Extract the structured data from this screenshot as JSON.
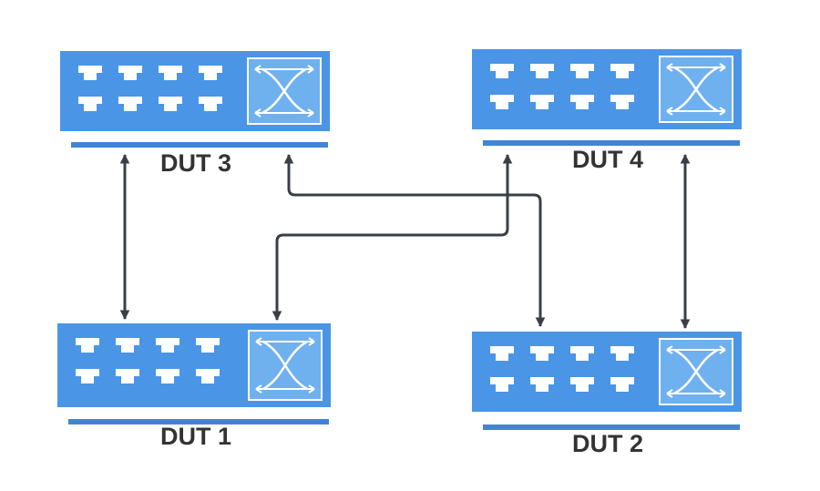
{
  "colors": {
    "device_fill": "#4a95e6",
    "device_base": "#3f84d8",
    "port_fill": "#ffffff",
    "switch_panel": "#6fb0ef",
    "connector": "#3a3f47",
    "label": "#333333"
  },
  "devices": [
    {
      "id": "dut3",
      "label": "DUT 3",
      "icon": "switch-crossover-icon"
    },
    {
      "id": "dut4",
      "label": "DUT 4",
      "icon": "switch-crossover-icon"
    },
    {
      "id": "dut1",
      "label": "DUT 1",
      "icon": "switch-crossover-icon"
    },
    {
      "id": "dut2",
      "label": "DUT 2",
      "icon": "switch-crossover-icon"
    }
  ],
  "links": [
    {
      "from": "dut3",
      "to": "dut1",
      "direction": "both"
    },
    {
      "from": "dut4",
      "to": "dut2",
      "direction": "both"
    },
    {
      "from": "dut3",
      "to": "dut2",
      "direction": "both"
    },
    {
      "from": "dut4",
      "to": "dut1",
      "direction": "both"
    }
  ]
}
